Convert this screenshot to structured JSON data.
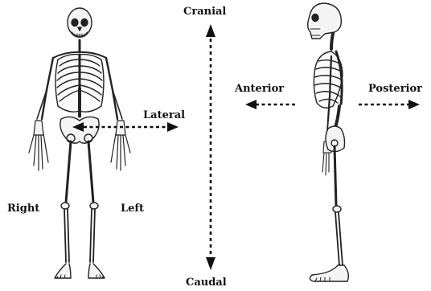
{
  "labels": {
    "cranial": "Cranial",
    "caudal": "Caudal",
    "lateral": "Lateral",
    "right": "Right",
    "left": "Left",
    "anterior": "Anterior",
    "posterior": "Posterior"
  },
  "figures": {
    "front": "skeleton-front-view",
    "side": "skeleton-side-view"
  },
  "colors": {
    "ink": "#111111",
    "background": "#ffffff"
  }
}
